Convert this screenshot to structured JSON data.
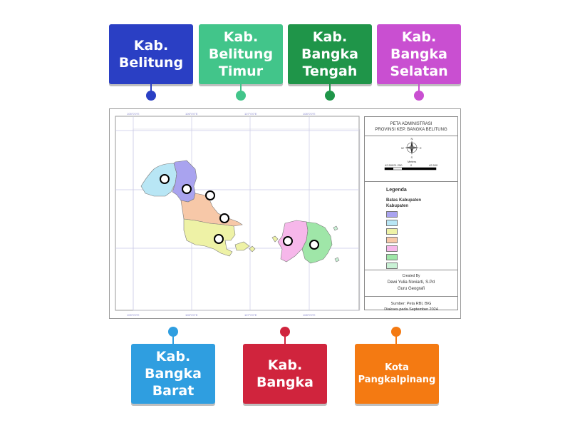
{
  "top_labels": [
    {
      "id": "belitung",
      "text": "Kab.\nBelitung",
      "color": "#2a3fc4",
      "pin_color": "#2a3fc4"
    },
    {
      "id": "belitung-timur",
      "text": "Kab.\nBelitung\nTimur",
      "color": "#42c58a",
      "pin_color": "#42c58a"
    },
    {
      "id": "bangka-tengah",
      "text": "Kab.\nBangka\nTengah",
      "color": "#1f9549",
      "pin_color": "#1f9549"
    },
    {
      "id": "bangka-selatan",
      "text": "Kab.\nBangka\nSelatan",
      "color": "#c94fd1",
      "pin_color": "#c94fd1"
    }
  ],
  "bottom_labels": [
    {
      "id": "bangka-barat",
      "text": "Kab.\nBangka\nBarat",
      "color": "#2f9ee0",
      "pin_color": "#2f9ee0"
    },
    {
      "id": "bangka",
      "text": "Kab.\nBangka",
      "color": "#d0243d",
      "pin_color": "#d0243d"
    },
    {
      "id": "kota-pangkalpinang",
      "text": "Kota\nPangkalpinang",
      "color": "#f47a12",
      "pin_color": "#f47a12"
    }
  ],
  "map": {
    "title_line1": "PETA ADMINISTRASI",
    "title_line2": "PROVINSI KEP. BANGKA BELITUNG",
    "compass_n": "N",
    "compass_s": "S",
    "compass_e": "E",
    "compass_w": "W",
    "scale_unit": "Meters",
    "scale_left": "42.50021.250",
    "scale_mid": "0",
    "scale_right": "42.500",
    "legend_title": "Legenda",
    "legend_boundary": "Batas Kabupaten",
    "legend_kabupaten": "Kabupaten",
    "legend_swatches": [
      "#a9a3ef",
      "#b8e6f5",
      "#eef2a6",
      "#f7c8a8",
      "#f6b7ea",
      "#9fe6a8",
      "#c9f1d5"
    ],
    "created_by": "Created By",
    "author": "Dewi Yulia Noviarti, S.Pd",
    "role": "Guru Geografi",
    "source": "Sumber: Peta RBI, BIG",
    "accessed": "Diakses pada September 2024"
  }
}
